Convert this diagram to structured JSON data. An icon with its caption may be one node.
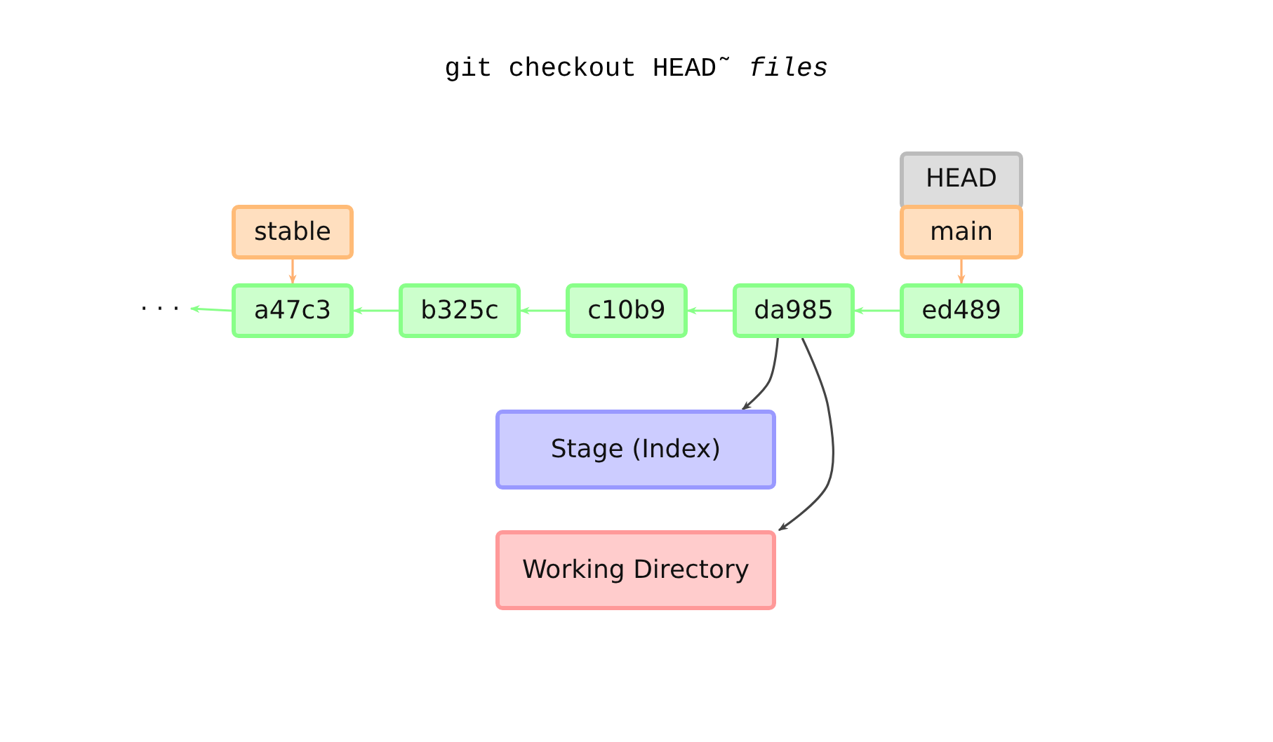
{
  "diagram": {
    "title": "git checkout HEAD˜ *files*",
    "nodes": [
      {
        "text": [
          "HEAD"
        ]
      },
      {
        "text": [
          "stable"
        ]
      },
      {
        "text": [
          "main"
        ]
      },
      {
        "text": [
          "· · ·"
        ]
      },
      {
        "text": [
          "a47c3"
        ]
      },
      {
        "text": [
          "b325c"
        ]
      },
      {
        "text": [
          "c10b9"
        ]
      },
      {
        "text": [
          "da985"
        ]
      },
      {
        "text": [
          "ed489"
        ]
      },
      {
        "text": [
          "Stage (Index)"
        ]
      },
      {
        "text": [
          "Working Directory"
        ]
      }
    ],
    "edges": [
      {
        "from": 1,
        "to": 4,
        "arrow": "to",
        "color": "#ffb070"
      },
      {
        "from": 2,
        "to": 8,
        "arrow": "to",
        "color": "#ffb070"
      },
      {
        "from": 4,
        "to": 3,
        "arrow": "to"
      },
      {
        "from": 5,
        "to": 4,
        "arrow": "to"
      },
      {
        "from": 6,
        "to": 5,
        "arrow": "to"
      },
      {
        "from": 7,
        "to": 6,
        "arrow": "to"
      },
      {
        "from": 8,
        "to": 7,
        "arrow": "to"
      },
      {
        "from": 7,
        "to": 9,
        "arrow": "to",
        "color": "#444444"
      },
      {
        "from": 7,
        "to": 10,
        "arrow": "to",
        "color": "#444444"
      }
    ]
  }
}
